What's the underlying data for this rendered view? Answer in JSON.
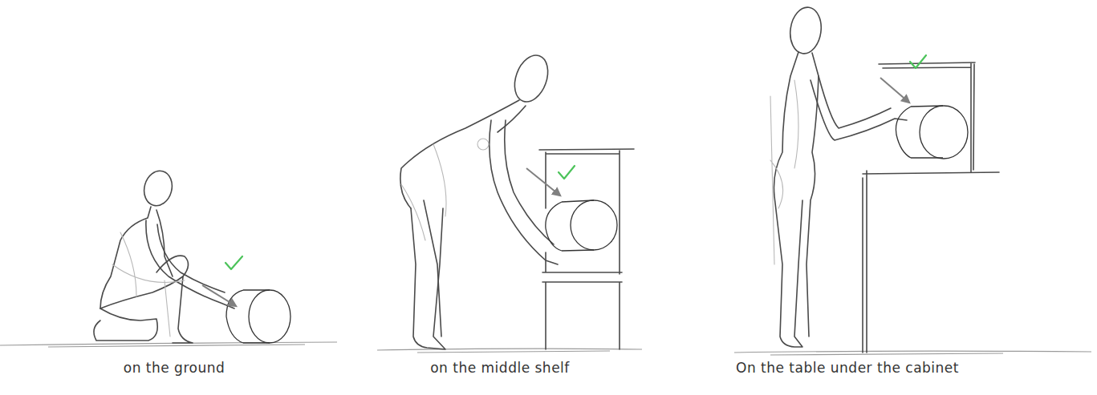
{
  "diagram": {
    "labels": [
      "on the ground",
      "on the middle shelf",
      "On the table under the cabinet"
    ]
  }
}
